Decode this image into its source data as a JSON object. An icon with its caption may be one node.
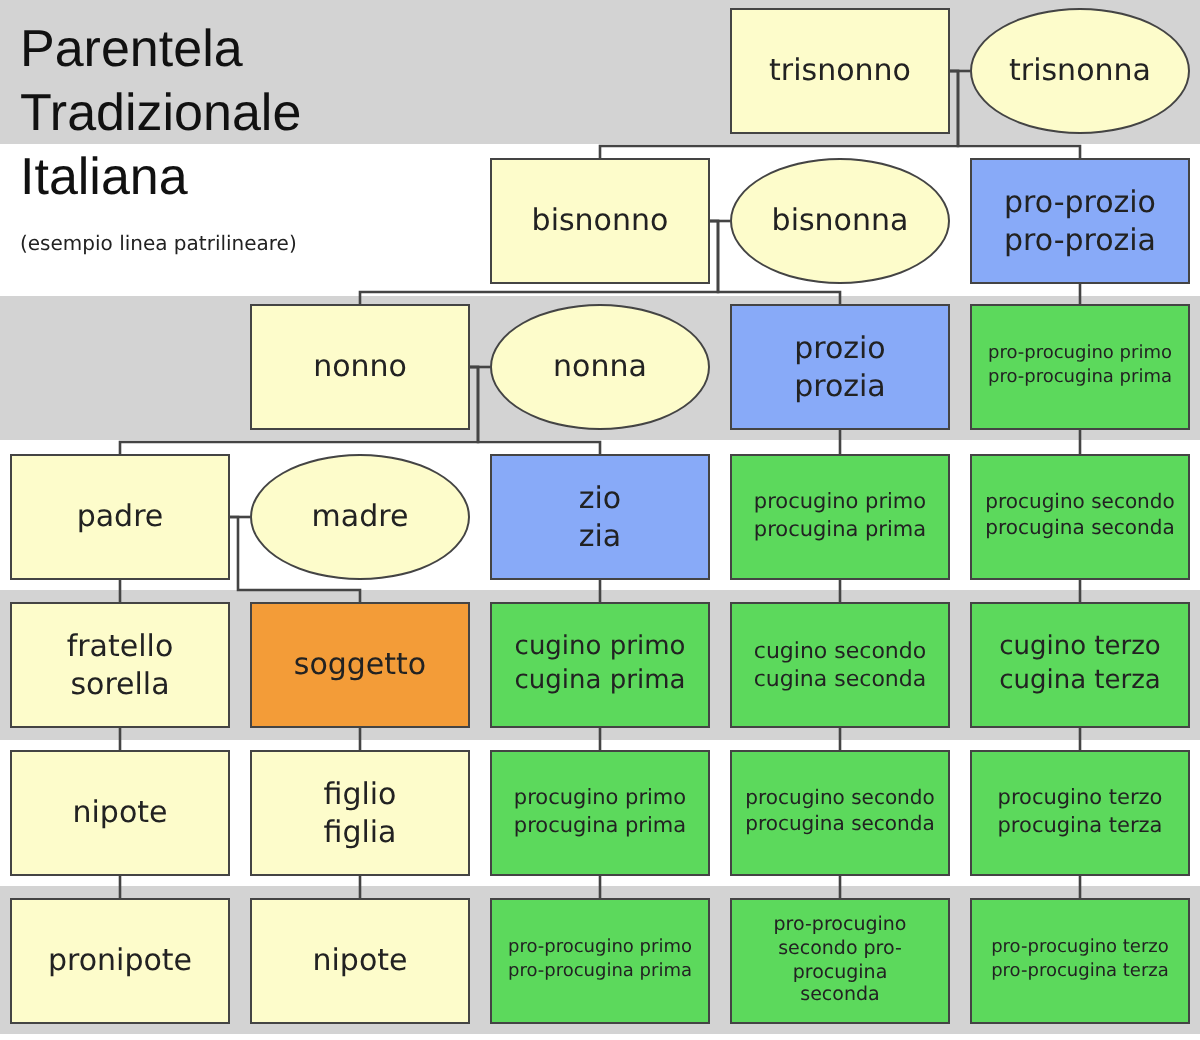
{
  "diagram": {
    "title": "Parentela Tradizionale Italiana",
    "nodes": [
      {
        "text": [
          "trisnonno"
        ]
      },
      {
        "text": [
          "trisnonna"
        ]
      },
      {
        "text": [
          "bisnonno"
        ]
      },
      {
        "text": [
          "bisnonna"
        ]
      },
      {
        "text": [
          "pro-prozio pro-prozia"
        ]
      },
      {
        "text": [
          "nonno"
        ]
      },
      {
        "text": [
          "nonna"
        ]
      },
      {
        "text": [
          "prozio prozia"
        ]
      },
      {
        "text": [
          "pro-procugino primo pro-procugina prima"
        ]
      },
      {
        "text": [
          "padre"
        ]
      },
      {
        "text": [
          "madre"
        ]
      },
      {
        "text": [
          "zio zia"
        ]
      },
      {
        "text": [
          "procugino primo procugina prima"
        ]
      },
      {
        "text": [
          "procugino secondo procugina seconda"
        ]
      },
      {
        "text": [
          "fratello sorella"
        ]
      },
      {
        "text": [
          "soggetto"
        ]
      },
      {
        "text": [
          "cugino primo cugina prima"
        ]
      },
      {
        "text": [
          "cugino secondo cugina seconda"
        ]
      },
      {
        "text": [
          "cugino terzo cugina terza"
        ]
      },
      {
        "text": [
          "nipote"
        ]
      },
      {
        "text": [
          "figlio figlia"
        ]
      },
      {
        "text": [
          "procugino primo procugina prima"
        ]
      },
      {
        "text": [
          "procugino secondo procugina seconda"
        ]
      },
      {
        "text": [
          "procugino terzo procugina terza"
        ]
      },
      {
        "text": [
          "pronipote"
        ]
      },
      {
        "text": [
          "nipote"
        ]
      },
      {
        "text": [
          "pro-procugino primo pro-procugina prima"
        ]
      },
      {
        "text": [
          "pro-procugino secondo pro-procugina seconda"
        ]
      },
      {
        "text": [
          "pro-procugino terzo pro-procugina terza"
        ]
      }
    ],
    "edges": [
      {
        "from": 0,
        "to": 1,
        "arrow": "none"
      },
      {
        "from": 0,
        "to": 2,
        "arrow": "none"
      },
      {
        "from": 0,
        "to": 4,
        "arrow": "none"
      },
      {
        "from": 2,
        "to": 3,
        "arrow": "none"
      },
      {
        "from": 2,
        "to": 5,
        "arrow": "none"
      },
      {
        "from": 2,
        "to": 7,
        "arrow": "none"
      },
      {
        "from": 4,
        "to": 8,
        "arrow": "none"
      },
      {
        "from": 5,
        "to": 6,
        "arrow": "none"
      },
      {
        "from": 5,
        "to": 9,
        "arrow": "none"
      },
      {
        "from": 5,
        "to": 11,
        "arrow": "none"
      },
      {
        "from": 7,
        "to": 12,
        "arrow": "none"
      },
      {
        "from": 8,
        "to": 13,
        "arrow": "none"
      },
      {
        "from": 9,
        "to": 10,
        "arrow": "none"
      },
      {
        "from": 9,
        "to": 14,
        "arrow": "none"
      },
      {
        "from": 9,
        "to": 15,
        "arrow": "none"
      },
      {
        "from": 11,
        "to": 16,
        "arrow": "none"
      },
      {
        "from": 12,
        "to": 17,
        "arrow": "none"
      },
      {
        "from": 13,
        "to": 18,
        "arrow": "none"
      },
      {
        "from": 14,
        "to": 19,
        "arrow": "none"
      },
      {
        "from": 15,
        "to": 20,
        "arrow": "none"
      },
      {
        "from": 16,
        "to": 21,
        "arrow": "none"
      },
      {
        "from": 17,
        "to": 22,
        "arrow": "none"
      },
      {
        "from": 18,
        "to": 23,
        "arrow": "none"
      },
      {
        "from": 19,
        "to": 24,
        "arrow": "none"
      },
      {
        "from": 20,
        "to": 25,
        "arrow": "none"
      },
      {
        "from": 21,
        "to": 26,
        "arrow": "none"
      },
      {
        "from": 22,
        "to": 27,
        "arrow": "none"
      },
      {
        "from": 23,
        "to": 28,
        "arrow": "none"
      }
    ],
    "labels": [
      "(esempio linea patrilineare)"
    ]
  }
}
